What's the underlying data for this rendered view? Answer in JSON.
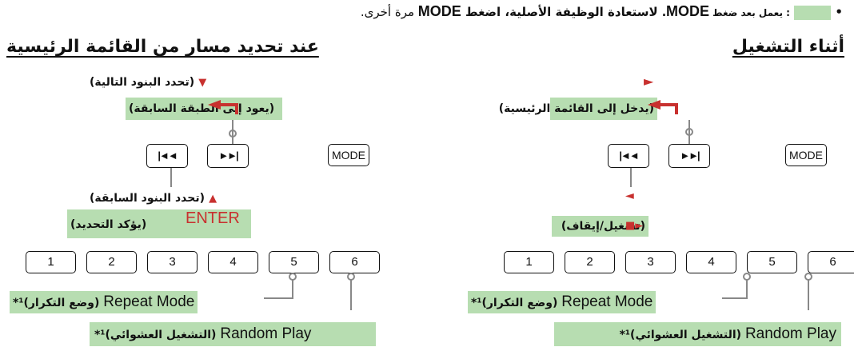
{
  "note": {
    "bullet": "•",
    "text": " : يعمل بعد ضغط ",
    "mode1": "MODE.",
    "text2": " لاستعادة الوظيفة الأصلية، اضغط ",
    "mode2": "MODE",
    "text3": " مرة أخرى."
  },
  "right_panel": {
    "heading": "أثناء التشغيل",
    "play_icon": "►",
    "enter_menu": "(يدخل إلى القائمة الرئيسية)",
    "mode_key": "MODE",
    "prev_key": "|◄◄",
    "next_key": "►►|",
    "left_arrow": "◄",
    "play_pause": "(تشغيل/إيقاف)",
    "keys": [
      "1",
      "2",
      "3",
      "4",
      "5",
      "6"
    ],
    "repeat_en": "Repeat Mode",
    "repeat_ar": "(وضع التكرار)",
    "repeat_note": "*¹",
    "random_en": "Random Play",
    "random_ar": "(التشغيل العشوائي)",
    "random_note": "*¹"
  },
  "left_panel": {
    "heading": "عند تحديد مسار من القائمة الرئيسية",
    "down_arrow": "▼",
    "next_items": "(تحدد البنود التالية)",
    "back": "(يعود إلى الطبقة السابقة)",
    "mode_key": "MODE",
    "prev_key": "|◄◄",
    "next_key": "►►|",
    "up_arrow": "▲",
    "prev_items": "(تحدد البنود السابقة)",
    "enter": "ENTER",
    "confirm": "(يؤكد التحديد)",
    "keys": [
      "1",
      "2",
      "3",
      "4",
      "5",
      "6"
    ],
    "repeat_en": "Repeat Mode",
    "repeat_ar": "(وضع التكرار)",
    "repeat_note": "*¹",
    "random_en": "Random Play",
    "random_ar": "(التشغيل العشوائي)",
    "random_note": "*¹"
  },
  "colors": {
    "highlight": "#b7ddb1",
    "accent_red": "#c8312f"
  }
}
